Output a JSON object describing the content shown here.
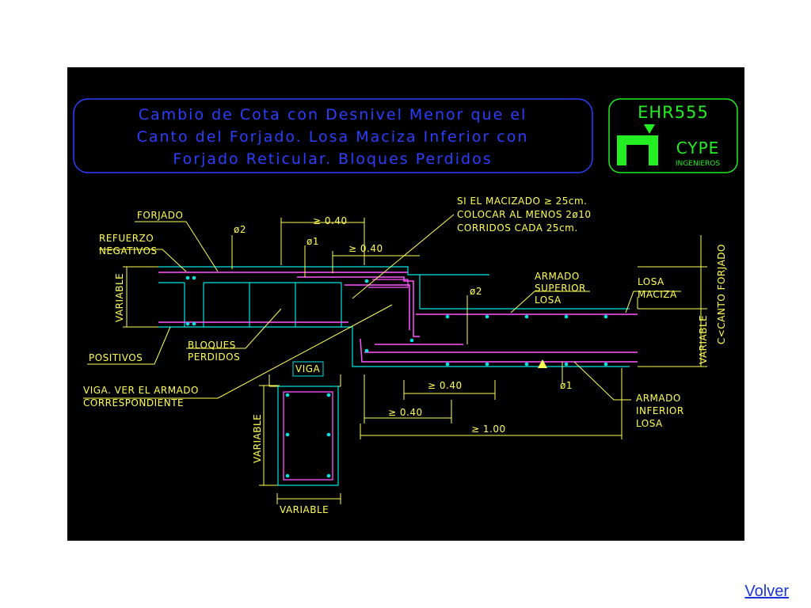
{
  "title": {
    "line1": "Cambio de Cota con Desnivel Menor que el",
    "line2": "Canto del Forjado. Losa Maciza Inferior con",
    "line3": "Forjado Reticular. Bloques Perdidos"
  },
  "logo": {
    "code": "EHR555",
    "brand": "CYPE",
    "sub": "INGENIEROS"
  },
  "labels": {
    "forjado": "FORJADO",
    "refuerzo_1": "REFUERZO",
    "refuerzo_2": "NEGATIVOS",
    "variable": "VARIABLE",
    "positivos": "POSITIVOS",
    "bloques_1": "BLOQUES",
    "bloques_2": "PERDIDOS",
    "viga_box": "VIGA",
    "viga_ver_1": "VIGA. VER EL ARMADO",
    "viga_ver_2": "CORRESPONDIENTE",
    "phi2": "ø2",
    "phi1": "ø1",
    "ge040": "≥ 0.40",
    "ge100": "≥ 1.00",
    "si_1": "SI  EL  MACIZADO ≥ 25cm.",
    "si_2": "COLOCAR  AL  MENOS  2ø10",
    "si_3": "CORRIDOS  CADA  25cm.",
    "armado_sup_1": "ARMADO",
    "armado_sup_2": "SUPERIOR",
    "armado_sup_3": "LOSA",
    "losa_1": "LOSA",
    "losa_2": "MACIZA",
    "canto": "C<CANTO  FORJADO",
    "armado_inf_1": "ARMADO",
    "armado_inf_2": "INFERIOR",
    "armado_inf_3": "LOSA"
  },
  "nav": {
    "volver": "Volver"
  },
  "colors": {
    "background": "#000000",
    "annotation": "#ffff55",
    "concrete_outline": "#00e5e5",
    "rebar": "#ff55ff",
    "title_blue": "#2a3fff",
    "logo_green": "#22ee22",
    "link": "#1a35d6"
  }
}
